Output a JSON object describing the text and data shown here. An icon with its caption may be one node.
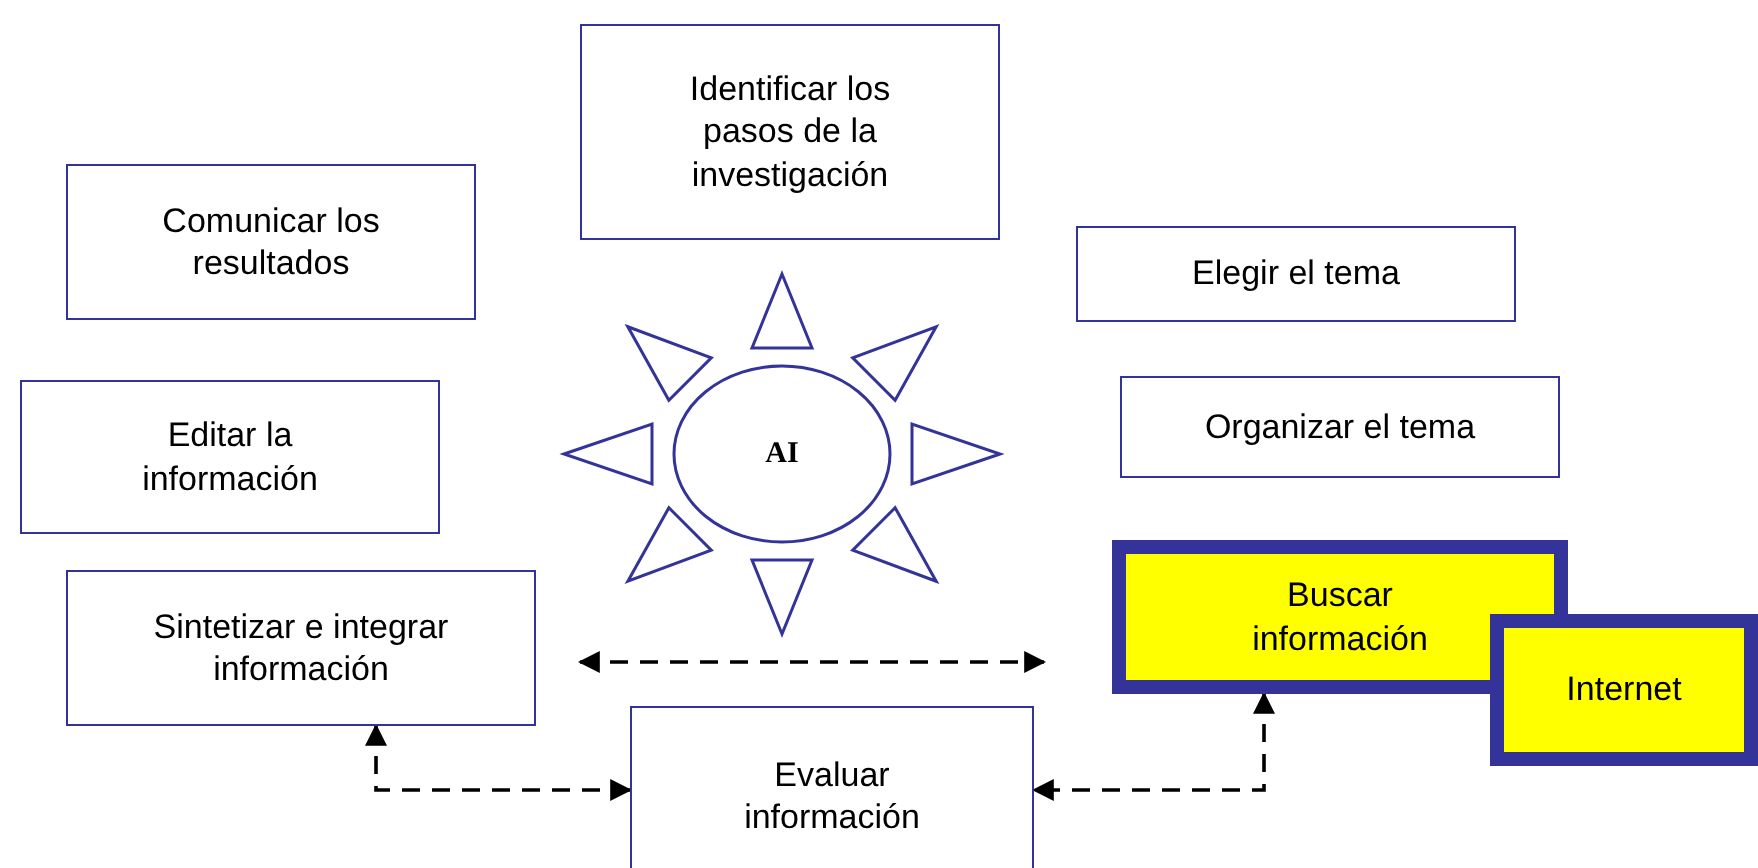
{
  "diagram": {
    "nodes": [
      {
        "text": [
          "Identificar los pasos de la investigación"
        ]
      },
      {
        "text": [
          "Comunicar los resultados"
        ]
      },
      {
        "text": [
          "Elegir el tema"
        ]
      },
      {
        "text": [
          "Editar la información"
        ]
      },
      {
        "text": [
          "AI"
        ]
      },
      {
        "text": [
          "Organizar el tema"
        ]
      },
      {
        "text": [
          "Sintetizar e integrar información"
        ]
      },
      {
        "text": [
          "Buscar información"
        ]
      },
      {
        "text": [
          "Internet"
        ]
      },
      {
        "text": [
          "Evaluar información"
        ]
      }
    ],
    "edges": [
      {
        "from": 6,
        "to": 9,
        "arrow": "both",
        "style": "dashed"
      },
      {
        "from": 7,
        "to": 9,
        "arrow": "both",
        "style": "dashed"
      }
    ]
  }
}
